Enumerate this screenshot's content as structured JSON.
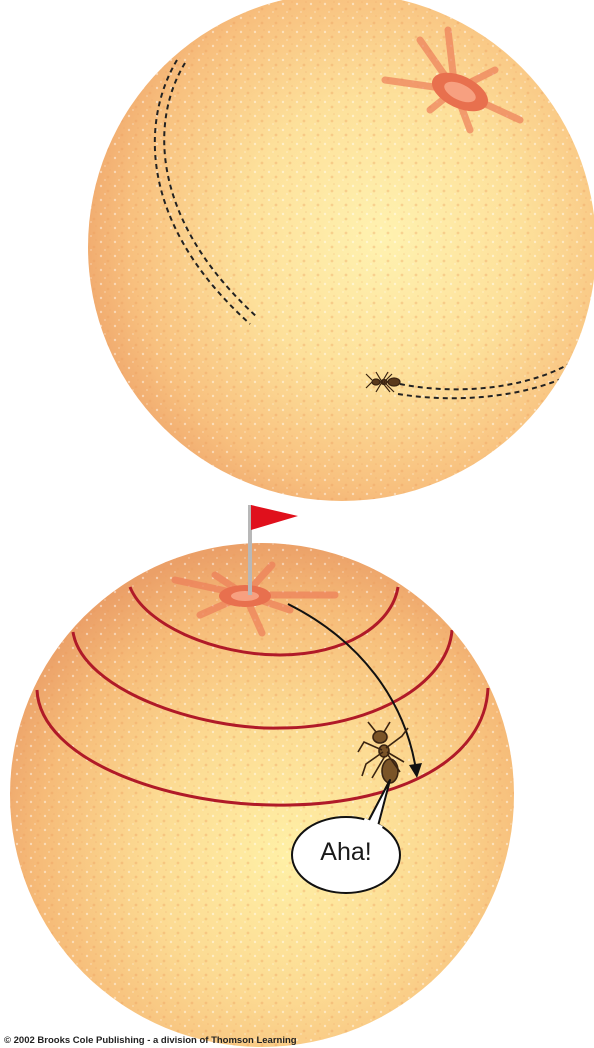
{
  "figure": {
    "panels": [
      {
        "id": "top",
        "description_icon": "orange-with-ant-path-icon"
      },
      {
        "id": "bottom",
        "description_icon": "orange-with-latitude-lines-icon"
      }
    ],
    "speech_bubble": {
      "text": "Aha!"
    },
    "copyright": "© 2002 Brooks Cole Publishing - a division of Thomson Learning",
    "colors": {
      "orange_light": "#fff0a8",
      "orange_mid": "#fbd08a",
      "orange_dark": "#eda060",
      "latitude_line": "#b01a28",
      "flag": "#e0101c",
      "navel": "#e07050"
    }
  }
}
